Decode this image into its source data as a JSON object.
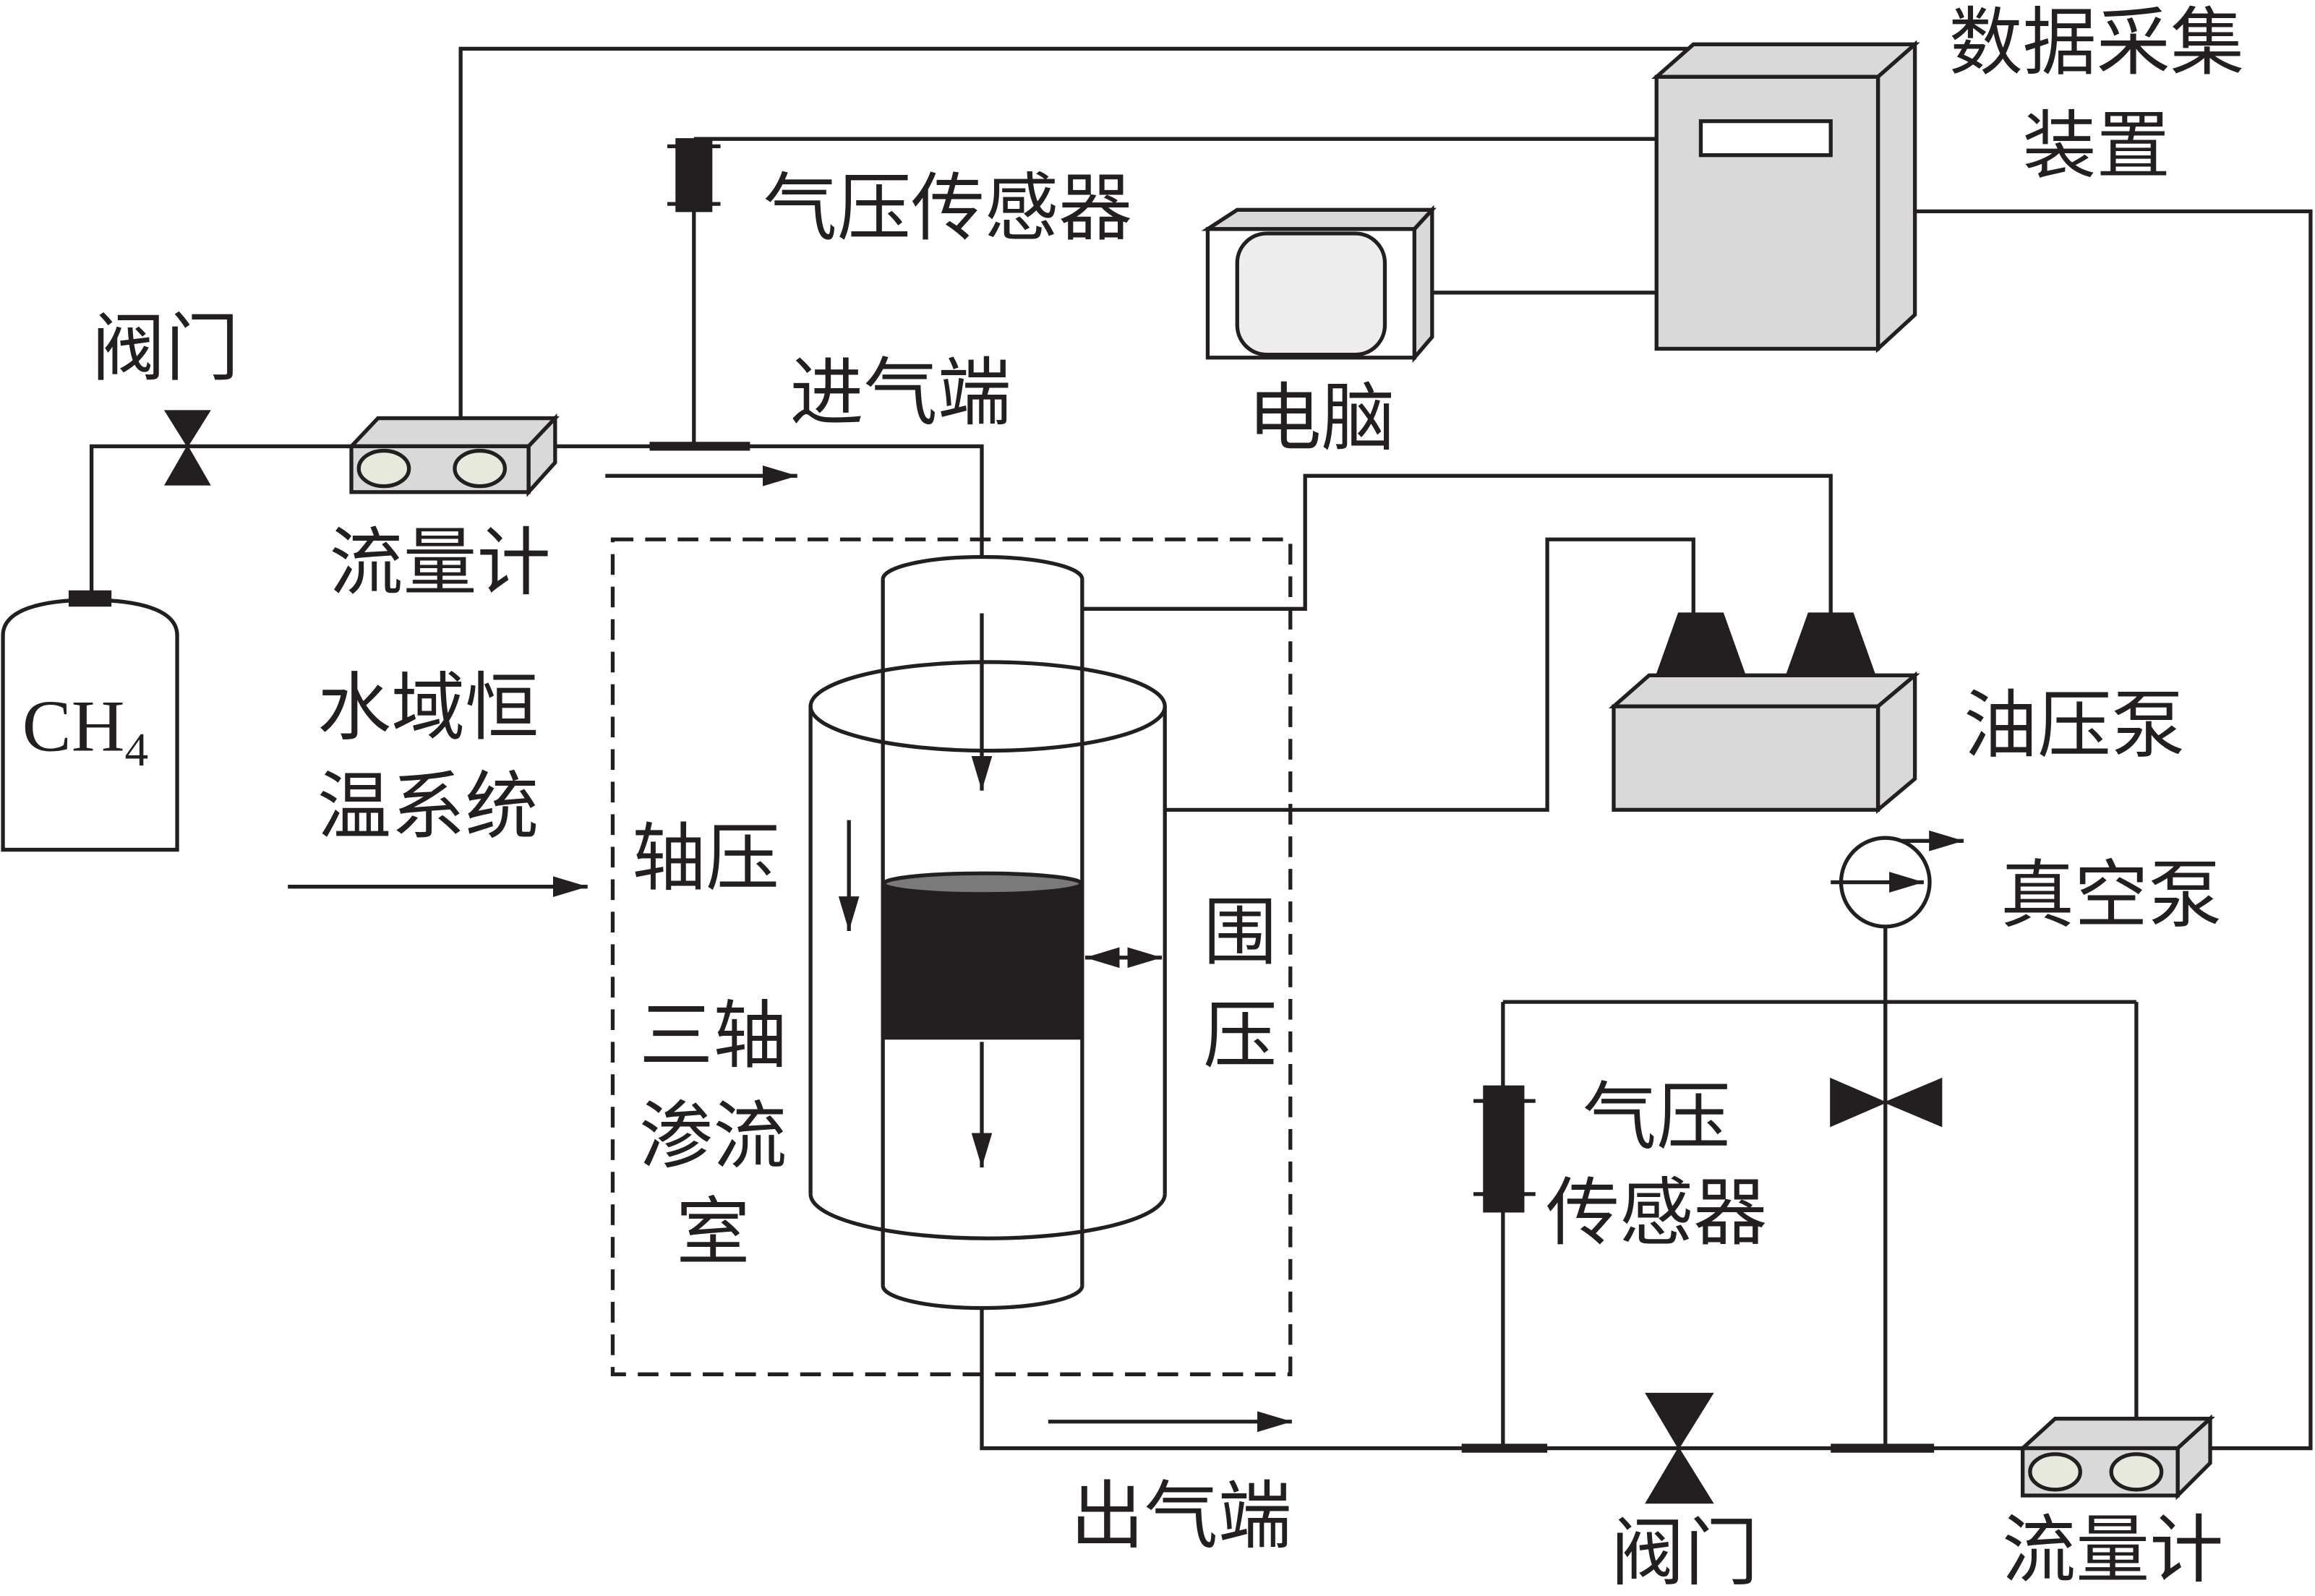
{
  "labels": {
    "data_acquisition": [
      "数据采集",
      "装置"
    ],
    "pressure_sensor_top": "气压传感器",
    "valve_left": "阀门",
    "inlet": "进气端",
    "computer": "电脑",
    "flowmeter_left": "流量计",
    "ch4": "CH",
    "ch4_sub": "4",
    "water_bath": [
      "水域恒",
      "温系统"
    ],
    "oil_pump": "油压泵",
    "axial_pressure": "轴压",
    "vacuum_pump": "真空泵",
    "confining_pressure": [
      "围",
      "压"
    ],
    "triaxial_cell": [
      "三轴",
      "渗流",
      "室"
    ],
    "pressure_sensor_bottom": [
      "气压",
      "传感器"
    ],
    "outlet": "出气端",
    "valve_bottom": "阀门",
    "flowmeter_bottom": "流量计"
  },
  "icons": {
    "gas_cylinder": "gas-cylinder-icon",
    "valve": "valve-icon",
    "flowmeter": "flowmeter-icon",
    "pressure_sensor": "pressure-sensor-icon",
    "data_acquisition": "data-acquisition-device-icon",
    "computer": "computer-monitor-icon",
    "oil_pump": "oil-pressure-pump-icon",
    "vacuum_pump": "vacuum-pump-icon",
    "triaxial_cell": "triaxial-cell-icon"
  },
  "colors": {
    "line": "#231f20",
    "box_fill": "#d9d9d9",
    "window_fill": "#e6e9dc",
    "screen_fill": "#ededed",
    "sample_top": "#7a7a7a"
  }
}
